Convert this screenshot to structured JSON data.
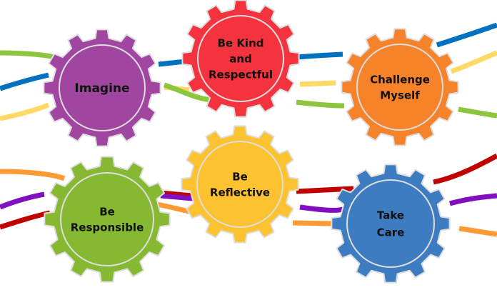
{
  "diagram": {
    "type": "gear-values",
    "gears": [
      {
        "id": "imagine",
        "lines": [
          "Imagine"
        ],
        "color": "#a046a0"
      },
      {
        "id": "be-kind",
        "lines": [
          "Be Kind",
          "and",
          "Respectful"
        ],
        "color": "#f5333f"
      },
      {
        "id": "challenge-myself",
        "lines": [
          "Challenge",
          "Myself"
        ],
        "color": "#f6832a"
      },
      {
        "id": "be-responsible",
        "lines": [
          "Be",
          "Responsible"
        ],
        "color": "#86b832"
      },
      {
        "id": "be-reflective",
        "lines": [
          "Be",
          "Reflective"
        ],
        "color": "#fcc22f"
      },
      {
        "id": "take-care",
        "lines": [
          "Take",
          "Care"
        ],
        "color": "#3d7cc1"
      }
    ],
    "ribbon_colors": {
      "green": "#8cc63f",
      "blue": "#0070c0",
      "yellow": "#fed966",
      "orange": "#ff9933",
      "purple": "#7f0fc0",
      "red": "#c00000"
    },
    "gear_outline": "#dddddd",
    "inner_ring": "#dedede",
    "background": "#ffffff"
  }
}
